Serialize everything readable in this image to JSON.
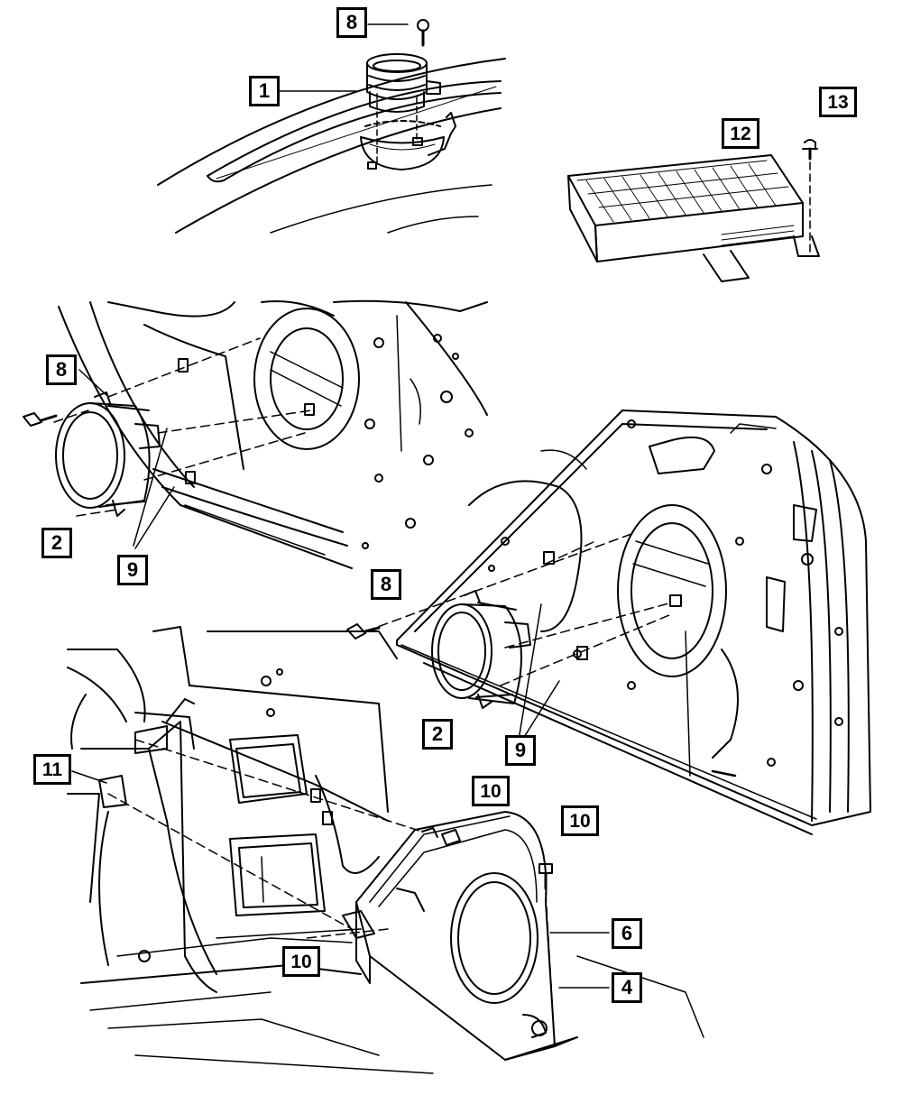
{
  "diagram": {
    "callouts": {
      "c8_top": "8",
      "c1": "1",
      "c13": "13",
      "c12": "12",
      "c8_left": "8",
      "c2_left": "2",
      "c9_left": "9",
      "c8_right": "8",
      "c2_right": "2",
      "c9_right": "9",
      "c11": "11",
      "c10_a": "10",
      "c10_b": "10",
      "c10_c": "10",
      "c6": "6",
      "c4": "4"
    }
  }
}
